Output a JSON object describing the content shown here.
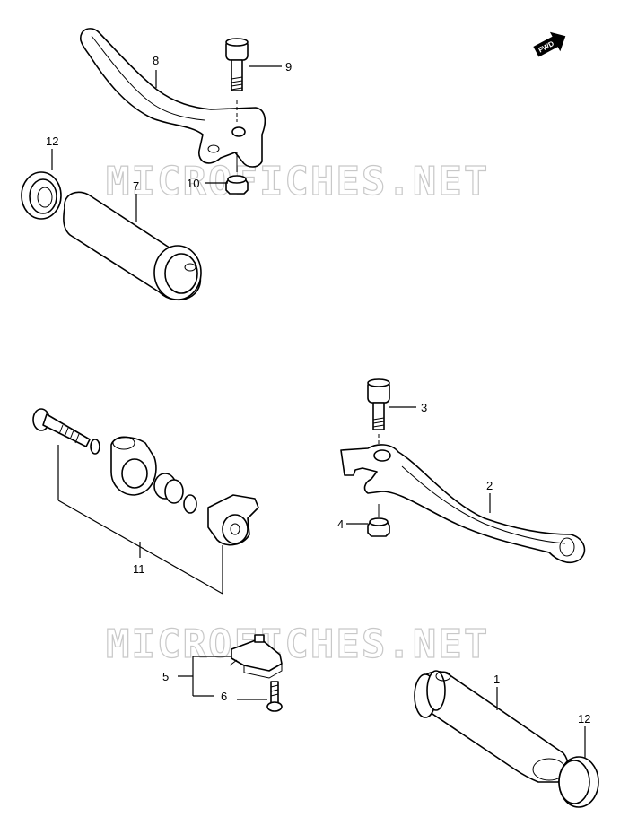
{
  "watermark": "MICROFICHES.NET",
  "fwd_label": "FWD",
  "callouts": {
    "c1": "1",
    "c2": "2",
    "c3": "3",
    "c4": "4",
    "c5": "5",
    "c6": "6",
    "c7": "7",
    "c8": "8",
    "c9": "9",
    "c10": "10",
    "c11": "11",
    "c12a": "12",
    "c12b": "12"
  }
}
